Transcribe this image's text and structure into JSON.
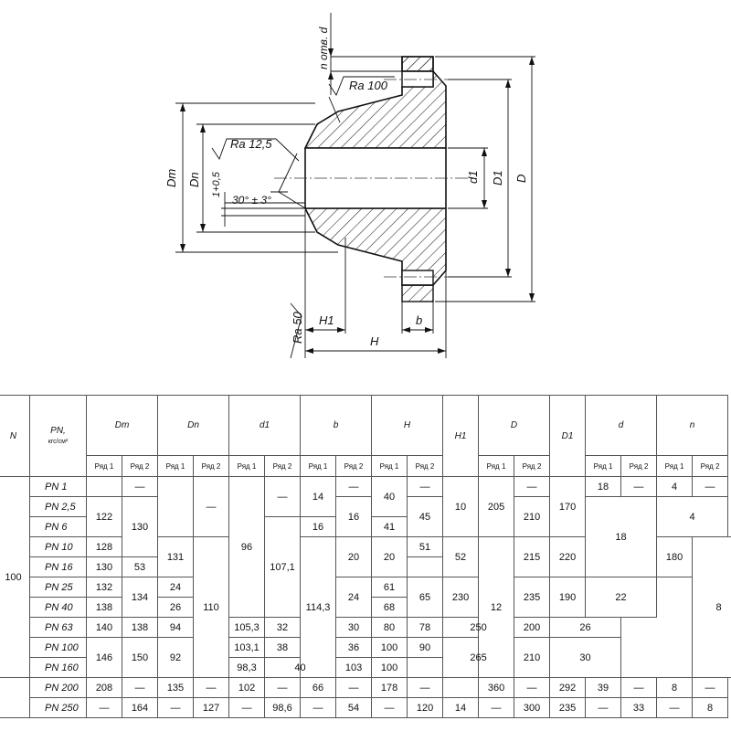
{
  "drawing": {
    "labels": {
      "n_holes": "n отв. d",
      "ra100": "Ra 100",
      "ra125": "Ra 12,5",
      "ra50": "Ra 50",
      "dm": "Dm",
      "dn": "Dn",
      "tol": "1+0,5",
      "angle": "30° ± 3°",
      "d1": "d1",
      "D1": "D1",
      "D": "D",
      "H1": "H1",
      "b": "b",
      "H": "H"
    }
  },
  "table": {
    "headers": {
      "dn_col": "N",
      "pn_col": "PN,",
      "pn_unit": "кгс/см²",
      "Dm": "Dm",
      "Dn": "Dn",
      "d1": "d1",
      "b": "b",
      "H": "H",
      "H1": "H1",
      "D": "D",
      "D1": "D1",
      "d": "d",
      "n": "n"
    },
    "row1": "Ряд 1",
    "row2": "Ряд 2",
    "dn_value": "100",
    "rows": [
      {
        "pn": "PN 1"
      },
      {
        "pn": "PN 2,5"
      },
      {
        "pn": "PN 6"
      },
      {
        "pn": "PN 10"
      },
      {
        "pn": "PN 16"
      },
      {
        "pn": "PN 25"
      },
      {
        "pn": "PN 40"
      },
      {
        "pn": "PN 63"
      },
      {
        "pn": "PN 100"
      },
      {
        "pn": "PN 160"
      },
      {
        "pn": "PN 200"
      },
      {
        "pn": "PN 250"
      }
    ],
    "cells": {
      "dash": "—",
      "dm_r1_a": "122",
      "dm_r2_a": "130",
      "dm_r1_10": "128",
      "dm_r1_16": "130",
      "dm_r2_b": "131",
      "dm_r1_25": "132",
      "dm_r1_40": "138",
      "dm_r2_c": "134",
      "dm_r1_63": "140",
      "dm_r2_63": "138",
      "dm_r1_100": "146",
      "dm_r2_100": "150",
      "dm_r1_200": "208",
      "dm_r2_250": "164",
      "dn_r1": "110",
      "dn_r2": "114,3",
      "dn_r1_200": "135",
      "dn_r2_250": "127",
      "d1_r1": "96",
      "d1_r2": "107,1",
      "d1_r1_63": "94",
      "d1_r2_63": "105,3",
      "d1_r1_100": "92",
      "d1_r2_100": "103,1",
      "d1_r2_160": "98,3",
      "d1_r1_200": "102",
      "d1_r2_250": "98,6",
      "b_r1_1": "14",
      "b_r1_6": "16",
      "b_r2_a": "16",
      "b_r1_10": "20",
      "b_r2_10": "20",
      "b_r1_25": "24",
      "b_r1_40": "26",
      "b_r2_c": "24",
      "b_r1_63": "32",
      "b_r2_63": "30",
      "b_r1_100": "38",
      "b_r2_100": "36",
      "b_160": "40",
      "b_r1_200": "66",
      "b_r2_250": "54",
      "h_r1_1": "40",
      "h_r1_6": "41",
      "h_r2_a": "45",
      "h_r1_10": "51",
      "h_r1_16": "53",
      "h_r2_b": "52",
      "h_r1_25": "61",
      "h_r1_40": "68",
      "h_r2_c": "65",
      "h_r1_63": "80",
      "h_r2_63": "78",
      "h_r1_100": "100",
      "h_r2_100": "90",
      "h_r1_160": "103",
      "h_r2_160": "100",
      "h_r1_200": "178",
      "h_r2_250": "120",
      "h1_a": "10",
      "h1_b": "12",
      "h1_250": "14",
      "D_r1_a": "205",
      "D_r2_a": "210",
      "D_r1_b": "215",
      "D_r2_b": "220",
      "D_r1_c": "230",
      "D_r2_c": "235",
      "D_63": "250",
      "D_100": "265",
      "D_r1_200": "360",
      "D_r2_250": "300",
      "D1_a": "170",
      "D1_b": "180",
      "D1_c": "190",
      "D1_63": "200",
      "D1_100": "210",
      "D1_200": "292",
      "D1_250": "235",
      "d_r1_1": "18",
      "d_a": "18",
      "d_c": "22",
      "d_63": "26",
      "d_100": "30",
      "d_r1_200": "39",
      "d_r2_250": "33",
      "n_r1_1": "4",
      "n_a": "4",
      "n_b": "8",
      "n_r1_200": "8",
      "n_r2_250": "8"
    }
  }
}
